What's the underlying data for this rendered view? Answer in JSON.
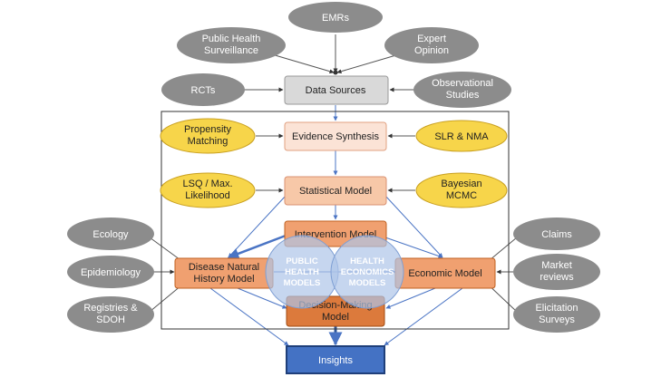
{
  "colors": {
    "grey_oval": "#8c8c8c",
    "yellow_oval": "#f7d54a",
    "light_grey_box": "#d9d9d9",
    "peach_box_light": "#fbe3d6",
    "peach_box": "#f7c8a8",
    "orange_box": "#f0a070",
    "dark_orange_box": "#dc7a3c",
    "blue_circle": "#aec4e8",
    "insights_box": "#4472c4",
    "arrow_blue": "#4a74c4",
    "arrow_dark": "#333333"
  },
  "sources": {
    "emrs": "EMRs",
    "public_health": [
      "Public Health",
      "Surveillance"
    ],
    "expert_opinion": [
      "Expert",
      "Opinion"
    ],
    "rcts": "RCTs",
    "observational": [
      "Observational",
      "Studies"
    ]
  },
  "data_sources": "Data Sources",
  "evidence_synthesis": "Evidence Synthesis",
  "propensity_matching": [
    "Propensity",
    "Matching"
  ],
  "slr_nma": "SLR & NMA",
  "statistical_model": "Statistical Model",
  "lsq": [
    "LSQ / Max.",
    "Likelihood"
  ],
  "bayesian": [
    "Bayesian",
    "MCMC"
  ],
  "intervention_model": "Intervention Model",
  "disease_model": [
    "Disease Natural",
    "History Model"
  ],
  "economic_model": "Economic Model",
  "decision_model": [
    "Decision-Making",
    "Model"
  ],
  "public_health_models": [
    "PUBLIC",
    "HEALTH",
    "MODELS"
  ],
  "health_economics_models": [
    "HEALTH",
    "ECONOMICS",
    "MODELS"
  ],
  "left_inputs": {
    "ecology": "Ecology",
    "epidemiology": "Epidemiology",
    "registries": [
      "Registries &",
      "SDOH"
    ]
  },
  "right_inputs": {
    "claims": "Claims",
    "market": [
      "Market",
      "reviews"
    ],
    "elicitation": [
      "Elicitation",
      "Surveys"
    ]
  },
  "insights": "Insights"
}
